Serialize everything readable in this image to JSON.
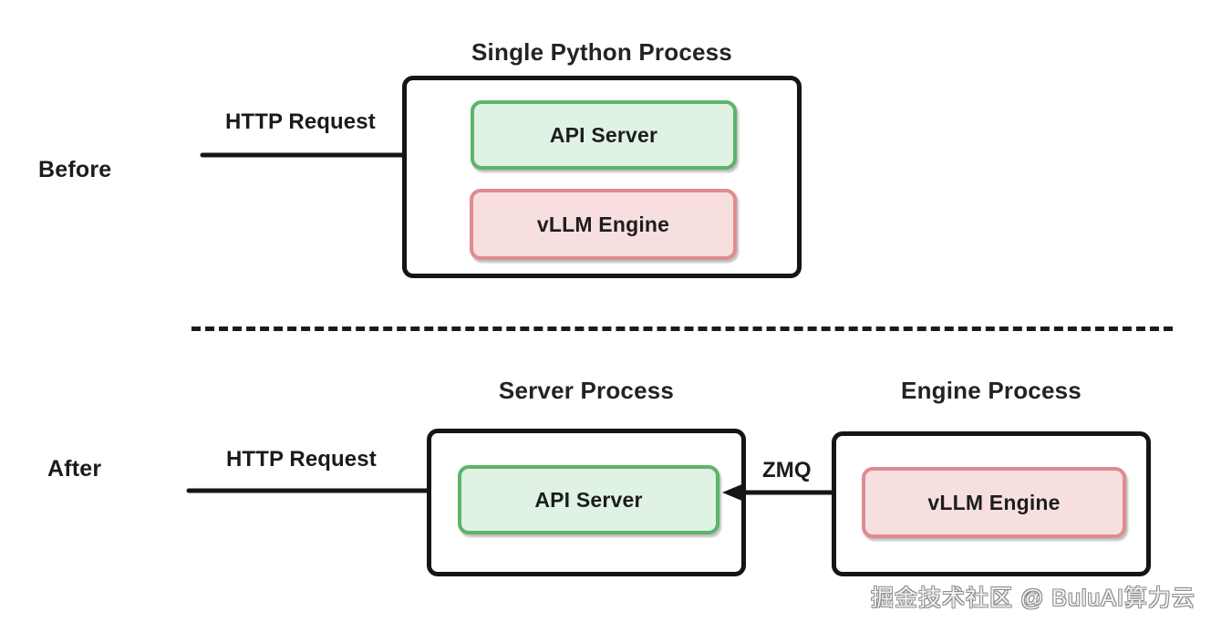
{
  "diagram": {
    "title_before": "Before",
    "title_after": "After",
    "colors": {
      "background": "#ffffff",
      "stroke": "#151515",
      "green_fill": "#dff2e3",
      "green_border": "#5cb46a",
      "red_fill": "#f7dfe0",
      "red_border": "#e08b8f",
      "text": "#1d1d1d",
      "watermark": "#f2f2f2"
    }
  },
  "before": {
    "row_label": "Before",
    "process_title": "Single Python Process",
    "arrow_label": "HTTP Request",
    "components": [
      {
        "label": "API Server",
        "style": "green"
      },
      {
        "label": "vLLM Engine",
        "style": "red"
      }
    ]
  },
  "after": {
    "row_label": "After",
    "arrow_label": "HTTP Request",
    "link_label": "ZMQ",
    "server_process": {
      "process_title": "Server Process",
      "component": {
        "label": "API Server",
        "style": "green"
      }
    },
    "engine_process": {
      "process_title": "Engine Process",
      "component": {
        "label": "vLLM Engine",
        "style": "red"
      }
    }
  },
  "watermark": {
    "text": "掘金技术社区 @ BuluAI算力云"
  }
}
